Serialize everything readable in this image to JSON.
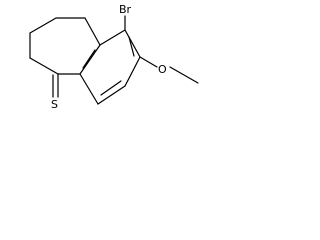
{
  "molecule": {
    "atoms": {
      "bromine": "Br",
      "oxygen": "O",
      "sulfur": "S"
    },
    "colors": {
      "bond": "#000000",
      "label": "#000000",
      "background": "#ffffff"
    }
  }
}
